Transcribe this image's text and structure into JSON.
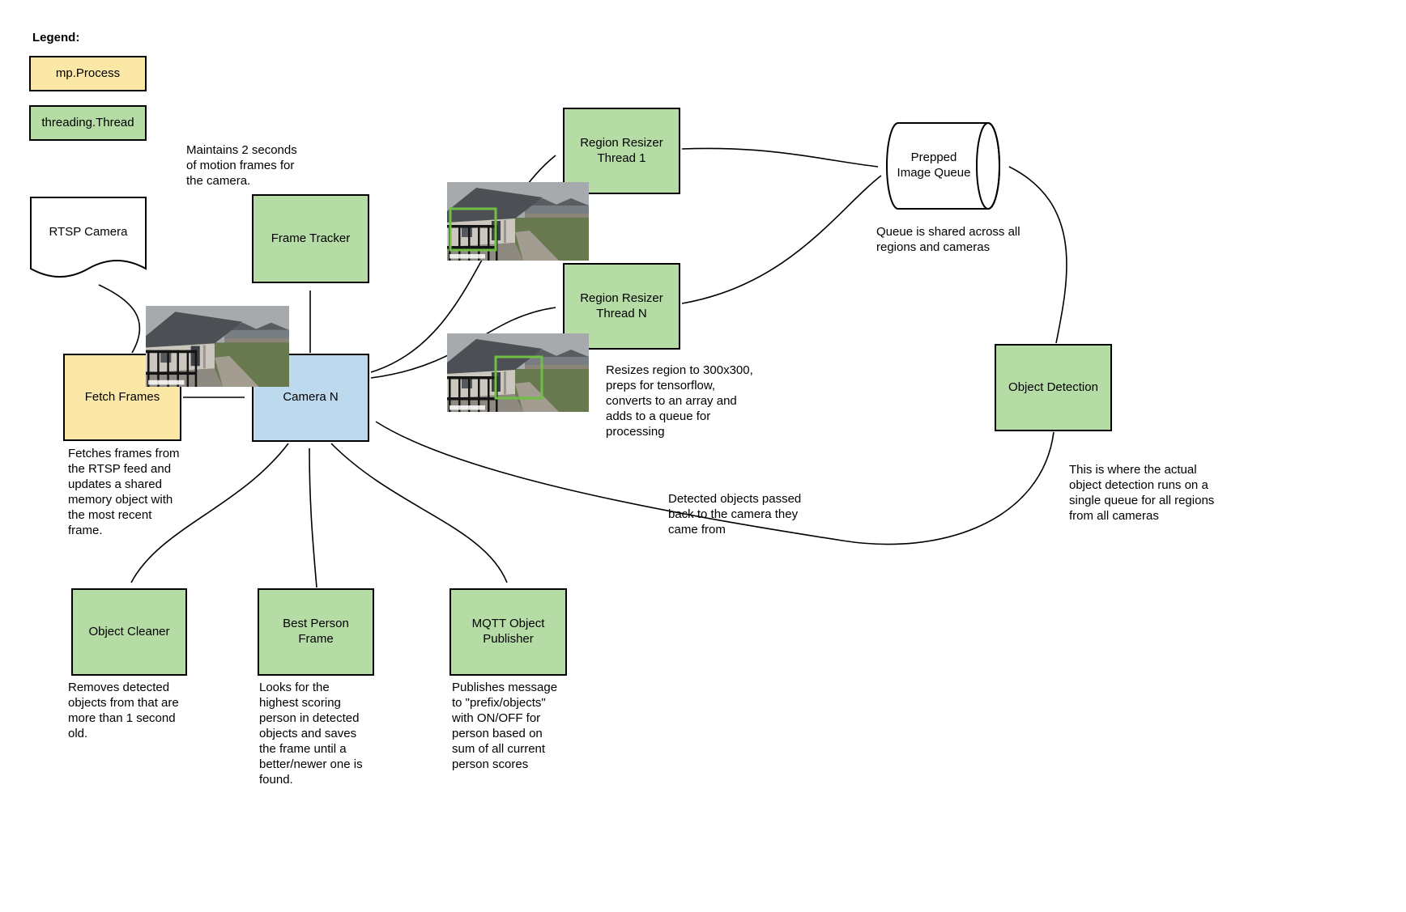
{
  "colors": {
    "process_yellow": "#FBE8A6",
    "thread_green": "#B6DCA6",
    "camera_blue": "#BDD9EE",
    "detection_green": "#6FBF44",
    "connector_black": "#000000"
  },
  "legend": {
    "title": "Legend:",
    "items": [
      {
        "label": "mp.Process",
        "type": "process"
      },
      {
        "label": "threading.Thread",
        "type": "thread"
      }
    ]
  },
  "nodes": {
    "rtsp_camera": {
      "label": "RTSP Camera"
    },
    "fetch_frames": {
      "label": "Fetch Frames"
    },
    "frame_tracker": {
      "label": "Frame Tracker"
    },
    "camera_n": {
      "label": "Camera N"
    },
    "region_resizer_1": {
      "label": "Region Resizer\nThread 1"
    },
    "region_resizer_n": {
      "label": "Region Resizer\nThread N"
    },
    "prepped_image_queue": {
      "label": "Prepped\nImage Queue"
    },
    "object_detection": {
      "label": "Object Detection"
    },
    "object_cleaner": {
      "label": "Object Cleaner"
    },
    "best_person_frame": {
      "label": "Best Person\nFrame"
    },
    "mqtt_object_publisher": {
      "label": "MQTT Object\nPublisher"
    }
  },
  "annotations": {
    "frame_tracker_note": "Maintains 2 seconds\nof motion frames for\nthe camera.",
    "fetch_frames_note": "Fetches frames from\nthe RTSP feed and\nupdates a shared\nmemory object with\nthe most recent\nframe.",
    "resizer_note": "Resizes region to 300x300,\npreps for tensorflow,\nconverts to an array and\nadds to a queue for\nprocessing",
    "queue_note": "Queue is shared across all\nregions and cameras",
    "detection_note": "This is where the actual\nobject detection runs on a\nsingle queue for all regions\nfrom all cameras",
    "detected_objects_note": "Detected objects passed\nback to the camera they\ncame from",
    "object_cleaner_note": "Removes detected\nobjects from that are\nmore than 1 second\nold.",
    "best_person_note": "Looks for the\nhighest scoring\nperson in detected\nobjects and saves\nthe frame until a\nbetter/newer one is\nfound.",
    "mqtt_note": "Publishes message\nto \"prefix/objects\"\nwith ON/OFF for\nperson based on\nsum of all current\nperson scores"
  }
}
